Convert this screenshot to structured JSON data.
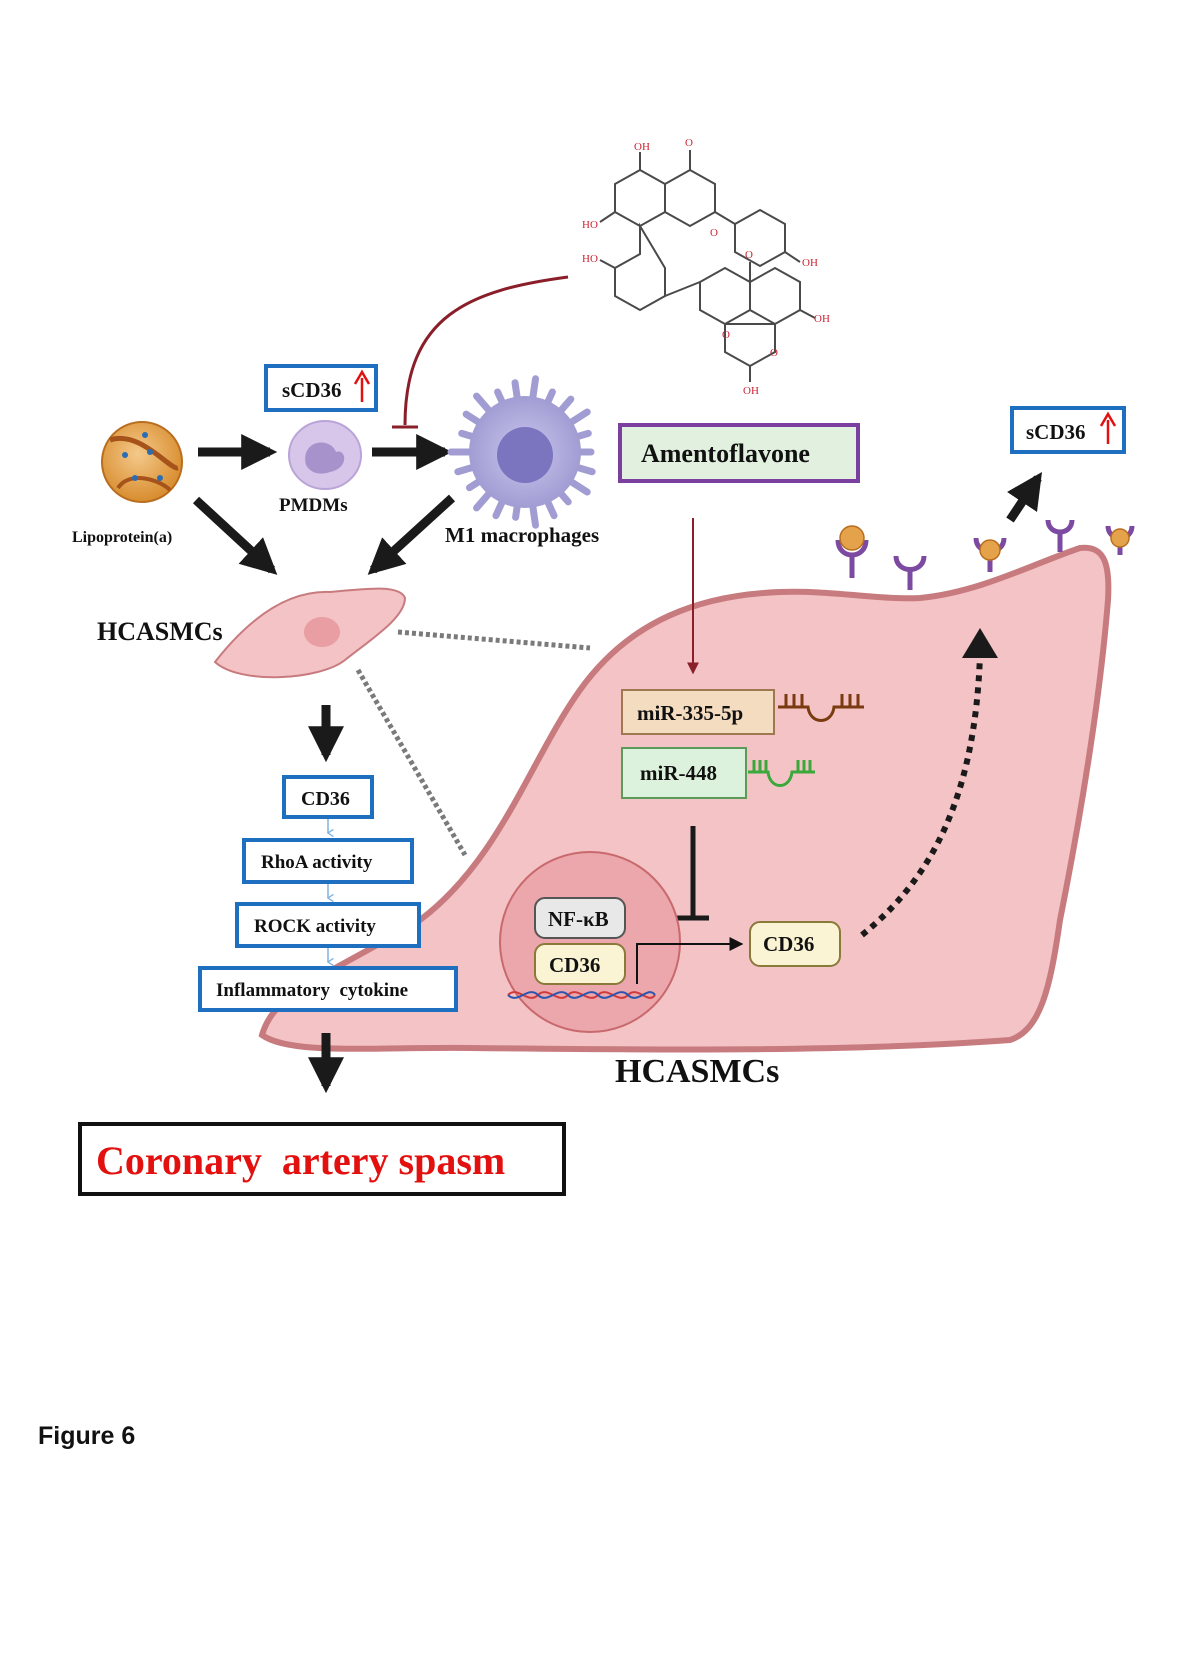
{
  "figure_caption": "Figure 6",
  "labels": {
    "lipoprotein": "Lipoprotein(a)",
    "pmdms": "PMDMs",
    "m1": "M1 macrophages",
    "hcasmcs_small": "HCASMCs",
    "hcasmcs_large": "HCASMCs",
    "amentoflavone": "Amentoflavone",
    "scd36_left": "sCD36",
    "scd36_right": "sCD36",
    "cd36_box": "CD36",
    "rhoa": "RhoA activity",
    "rock": "ROCK activity",
    "cytokine": "Inflammatory  cytokine",
    "spasm": "Coronary  artery spasm",
    "mir335": "miR-335-5p",
    "mir448": "miR-448",
    "nfkb": "NF-κB",
    "cd36_gene": "CD36",
    "cd36_protein": "CD36"
  },
  "molecule_atoms": [
    "O",
    "OH",
    "HO",
    "O",
    "HO",
    "O",
    "O",
    "OH",
    "OH",
    "OH",
    "O"
  ],
  "colors": {
    "blue_box": "#1f6fc0",
    "purple_box": "#7b3fa0",
    "red_text": "#e31010",
    "cell_fill": "#f4c3c5",
    "cell_stroke": "#c87b7f",
    "inhibit": "#8a1f2a",
    "mir335_fill": "#f4dcc0",
    "mir448_fill": "#ddf2dc",
    "amento_fill": "#e2f0e0",
    "macrophage": "#a7a3d6",
    "pmdm": "#d7c5ea",
    "receptor": "#7d4aa2",
    "lipoprotein_ball": "#e4a34a"
  }
}
